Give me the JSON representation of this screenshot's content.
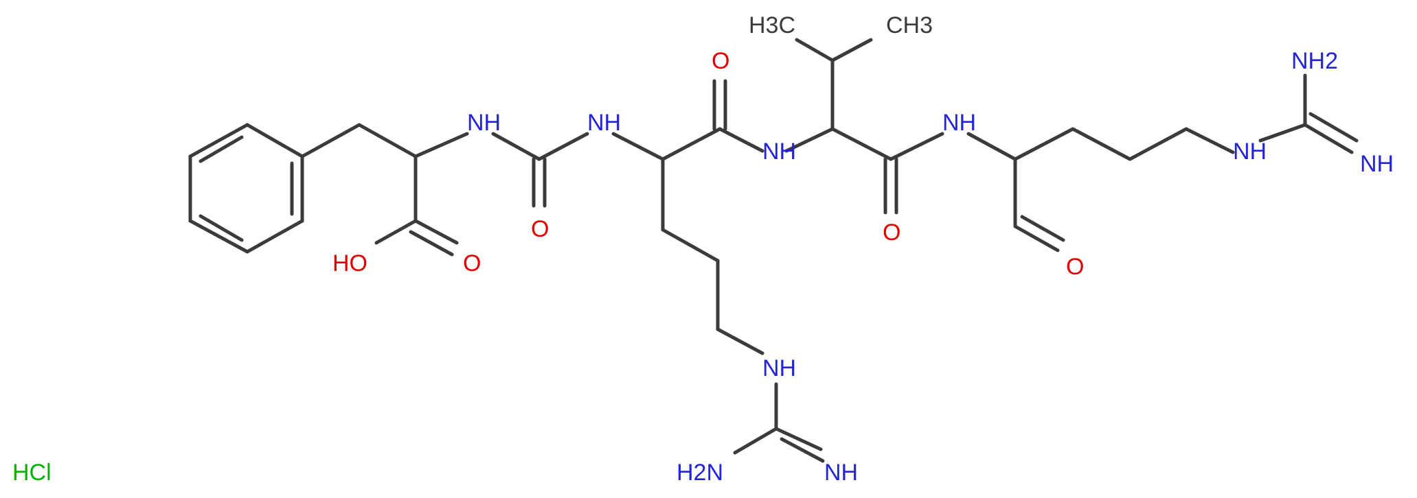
{
  "colors": {
    "bond": "#3b3b3b",
    "nitrogen": "#2323d8",
    "oxygen": "#e00000",
    "carbon": "#3b3b3b",
    "chlorine": "#00b400"
  },
  "labels": {
    "ch3_left": "H3C",
    "ch3_right": "CH3",
    "o_top": "O",
    "nh_urea_left": "NH",
    "nh_urea_right": "NH",
    "nh_val": "NH",
    "nh_arg2": "NH",
    "o_urea": "O",
    "oh": "HO",
    "o_acid": "O",
    "o_val": "O",
    "o_ald": "O",
    "nh_guan1": "NH",
    "h2n_guan1": "H2N",
    "nh_imine1": "NH",
    "nh2_guan2": "NH2",
    "nh_guan2": "NH",
    "nh_imine2": "NH",
    "salt": "HCl"
  }
}
